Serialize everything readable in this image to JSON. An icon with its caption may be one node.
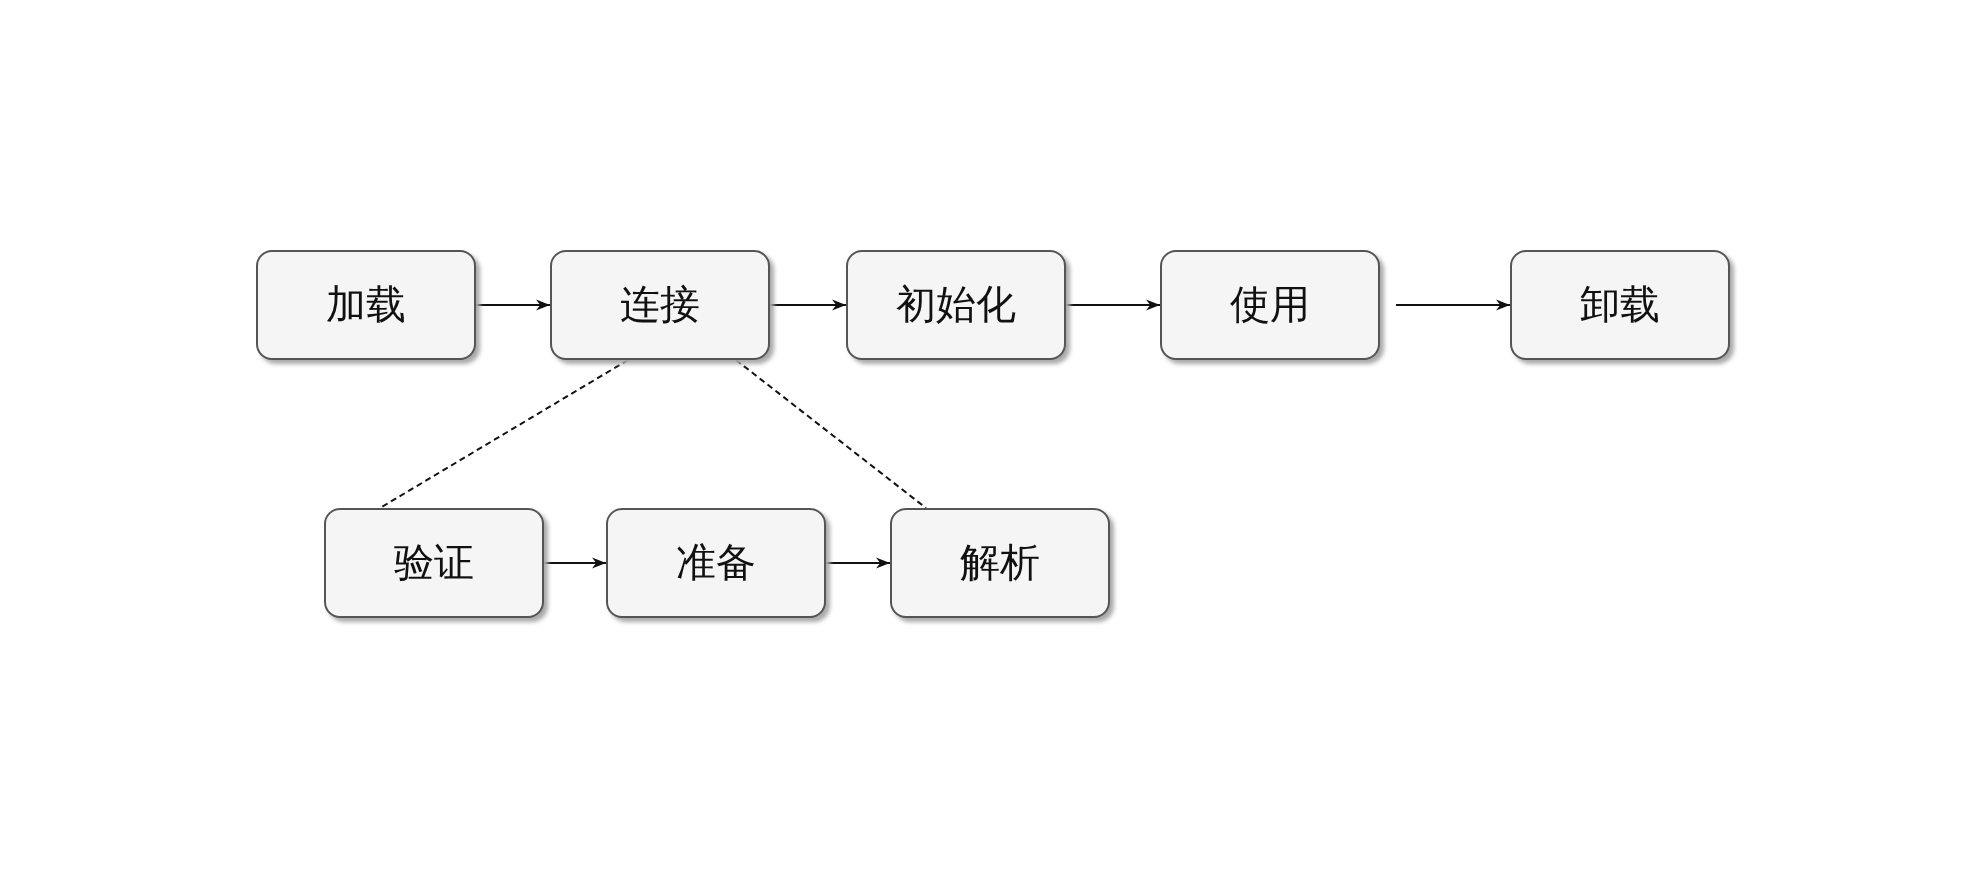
{
  "diagram": {
    "nodes": [
      {
        "text": [
          "加载"
        ]
      },
      {
        "text": [
          "连接"
        ]
      },
      {
        "text": [
          "初始化"
        ]
      },
      {
        "text": [
          "使用"
        ]
      },
      {
        "text": [
          "卸载"
        ]
      },
      {
        "text": [
          "验证"
        ]
      },
      {
        "text": [
          "准备"
        ]
      },
      {
        "text": [
          "解析"
        ]
      }
    ],
    "edges": [
      {
        "from": 0,
        "to": 1,
        "arrow": "to"
      },
      {
        "from": 1,
        "to": 2,
        "arrow": "to"
      },
      {
        "from": 2,
        "to": 3,
        "arrow": "to"
      },
      {
        "from": 3,
        "to": 4,
        "arrow": "to"
      },
      {
        "from": 5,
        "to": 6,
        "arrow": "to"
      },
      {
        "from": 6,
        "to": 7,
        "arrow": "to"
      },
      {
        "from": 1,
        "to": 5,
        "arrow": "none",
        "style": "dashed"
      },
      {
        "from": 1,
        "to": 7,
        "arrow": "none",
        "style": "dashed"
      }
    ]
  }
}
